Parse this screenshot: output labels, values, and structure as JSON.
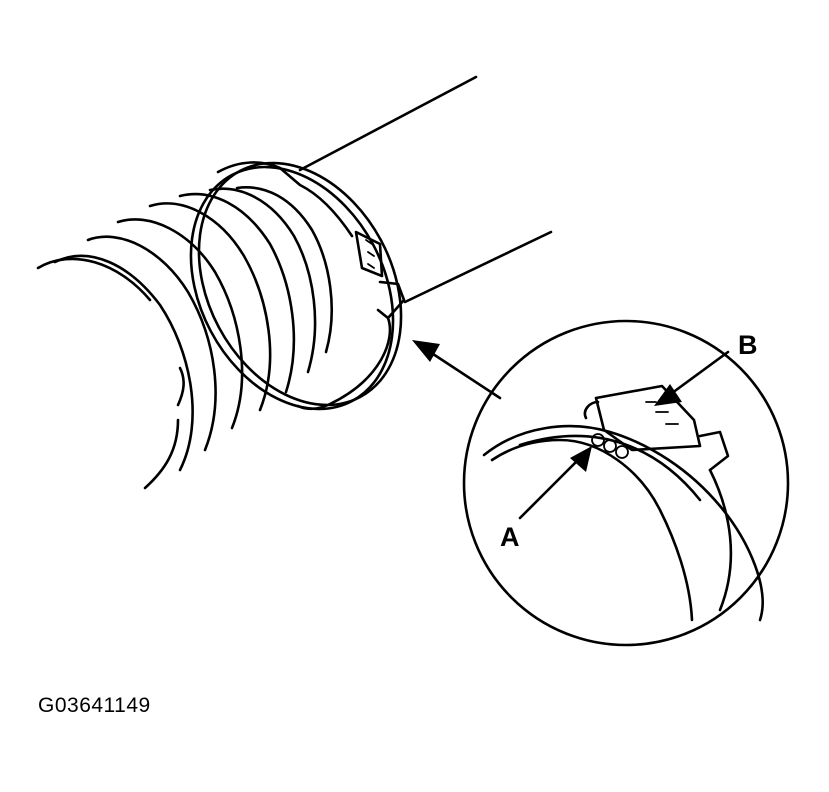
{
  "labels": {
    "a": "A",
    "b": "B"
  },
  "reference_code": "G03641149",
  "colors": {
    "line": "#000000",
    "background": "#ffffff"
  }
}
